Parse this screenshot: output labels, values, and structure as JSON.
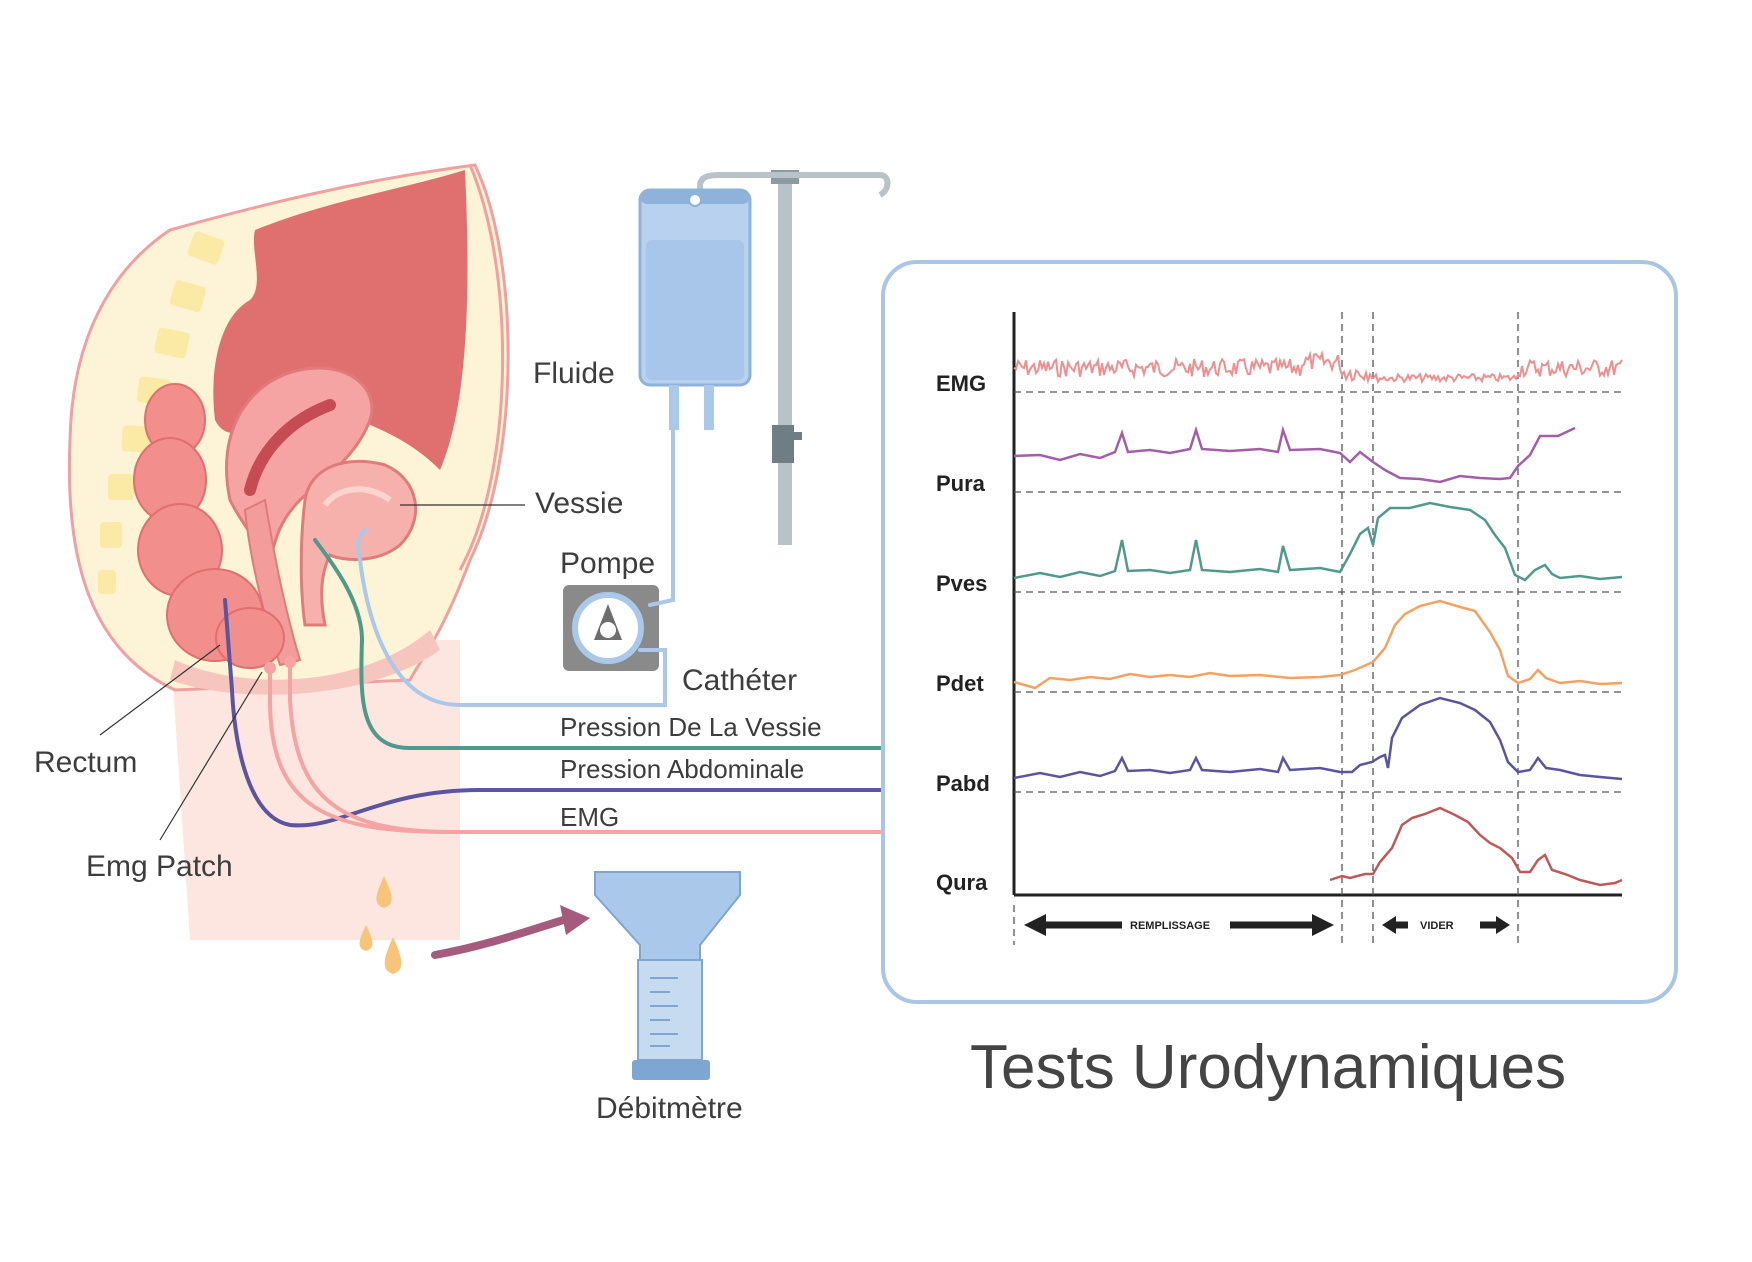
{
  "title": "Tests Urodynamiques",
  "labels": {
    "fluide": "Fluide",
    "vessie": "Vessie",
    "pompe": "Pompe",
    "catheter": "Cathéter",
    "rectum": "Rectum",
    "emg_patch": "Emg Patch",
    "debitmetre": "Débitmètre"
  },
  "lines": {
    "pression_vessie": "Pression De La Vessie",
    "pression_abdominale": "Pression Abdominale",
    "emg": "EMG"
  },
  "traces": [
    {
      "name": "EMG",
      "color": "#f08f8f"
    },
    {
      "name": "Pura",
      "color": "#a35ea8"
    },
    {
      "name": "Pves",
      "color": "#4f9a8c"
    },
    {
      "name": "Pdet",
      "color": "#f3a261"
    },
    {
      "name": "Pabd",
      "color": "#5b54a0"
    },
    {
      "name": "Qura",
      "color": "#c0585a"
    }
  ],
  "phases": {
    "filling": "REMPLISSAGE",
    "voiding": "VIDER"
  },
  "colors": {
    "panel_border": "#a9c6e6",
    "tube_blue": "#a9c8ea",
    "tube_green": "#4f9a8c",
    "tube_purple": "#5b54a0",
    "tube_pink": "#f5a3a3"
  }
}
